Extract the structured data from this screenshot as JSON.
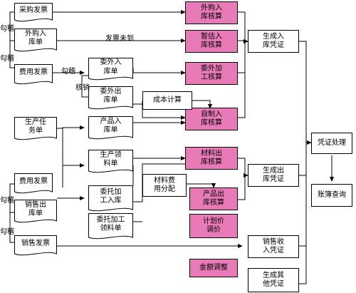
{
  "nodes": {
    "purchase_invoice": "采购发票",
    "outsource_receipt": "外购入库单",
    "expense_invoice_top": "费用发票",
    "outsource_receipt_calc": "外购入库核算",
    "estimated_receipt_calc": "暂估入库核算",
    "subcontract_in_doc": "委外入库单",
    "subcontract_out_doc": "委外出库单",
    "subcontract_process_calc": "委外加工核算",
    "cost_calc": "成本计算",
    "production_task": "生产任务单",
    "product_receipt": "产品入库单",
    "self_made_receipt_calc": "自制入库核算",
    "gen_in_voucher": "生成入库凭证",
    "production_pick": "生产领料单",
    "material_issue_calc": "材料出库核算",
    "material_cost_alloc": "材料费用分配",
    "expense_invoice_bottom": "费用发票",
    "sales_out_doc": "销售出库单",
    "consign_in": "委托加工入库",
    "consign_pick": "委托加工领料单",
    "product_issue_calc": "产品出库核算",
    "gen_out_voucher": "生成出库凭证",
    "voucher_process": "凭证处理",
    "ledger_query": "账簿查询",
    "plan_price_adjust": "计划价调价",
    "sales_invoice": "销售发票",
    "sales_revenue_voucher": "销售收入凭证",
    "amount_adjust": "金额调整",
    "other_voucher": "生成其他凭证"
  },
  "labels": {
    "check_1": "勾稽",
    "check_2": "勾稽",
    "check_3": "勾稽",
    "check_4": "勾稽",
    "check_5": "勾稽",
    "verify": "核销",
    "invoice_arrived": "发票未到"
  },
  "colors": {
    "highlight": "#e87bb7",
    "line": "#000000"
  }
}
